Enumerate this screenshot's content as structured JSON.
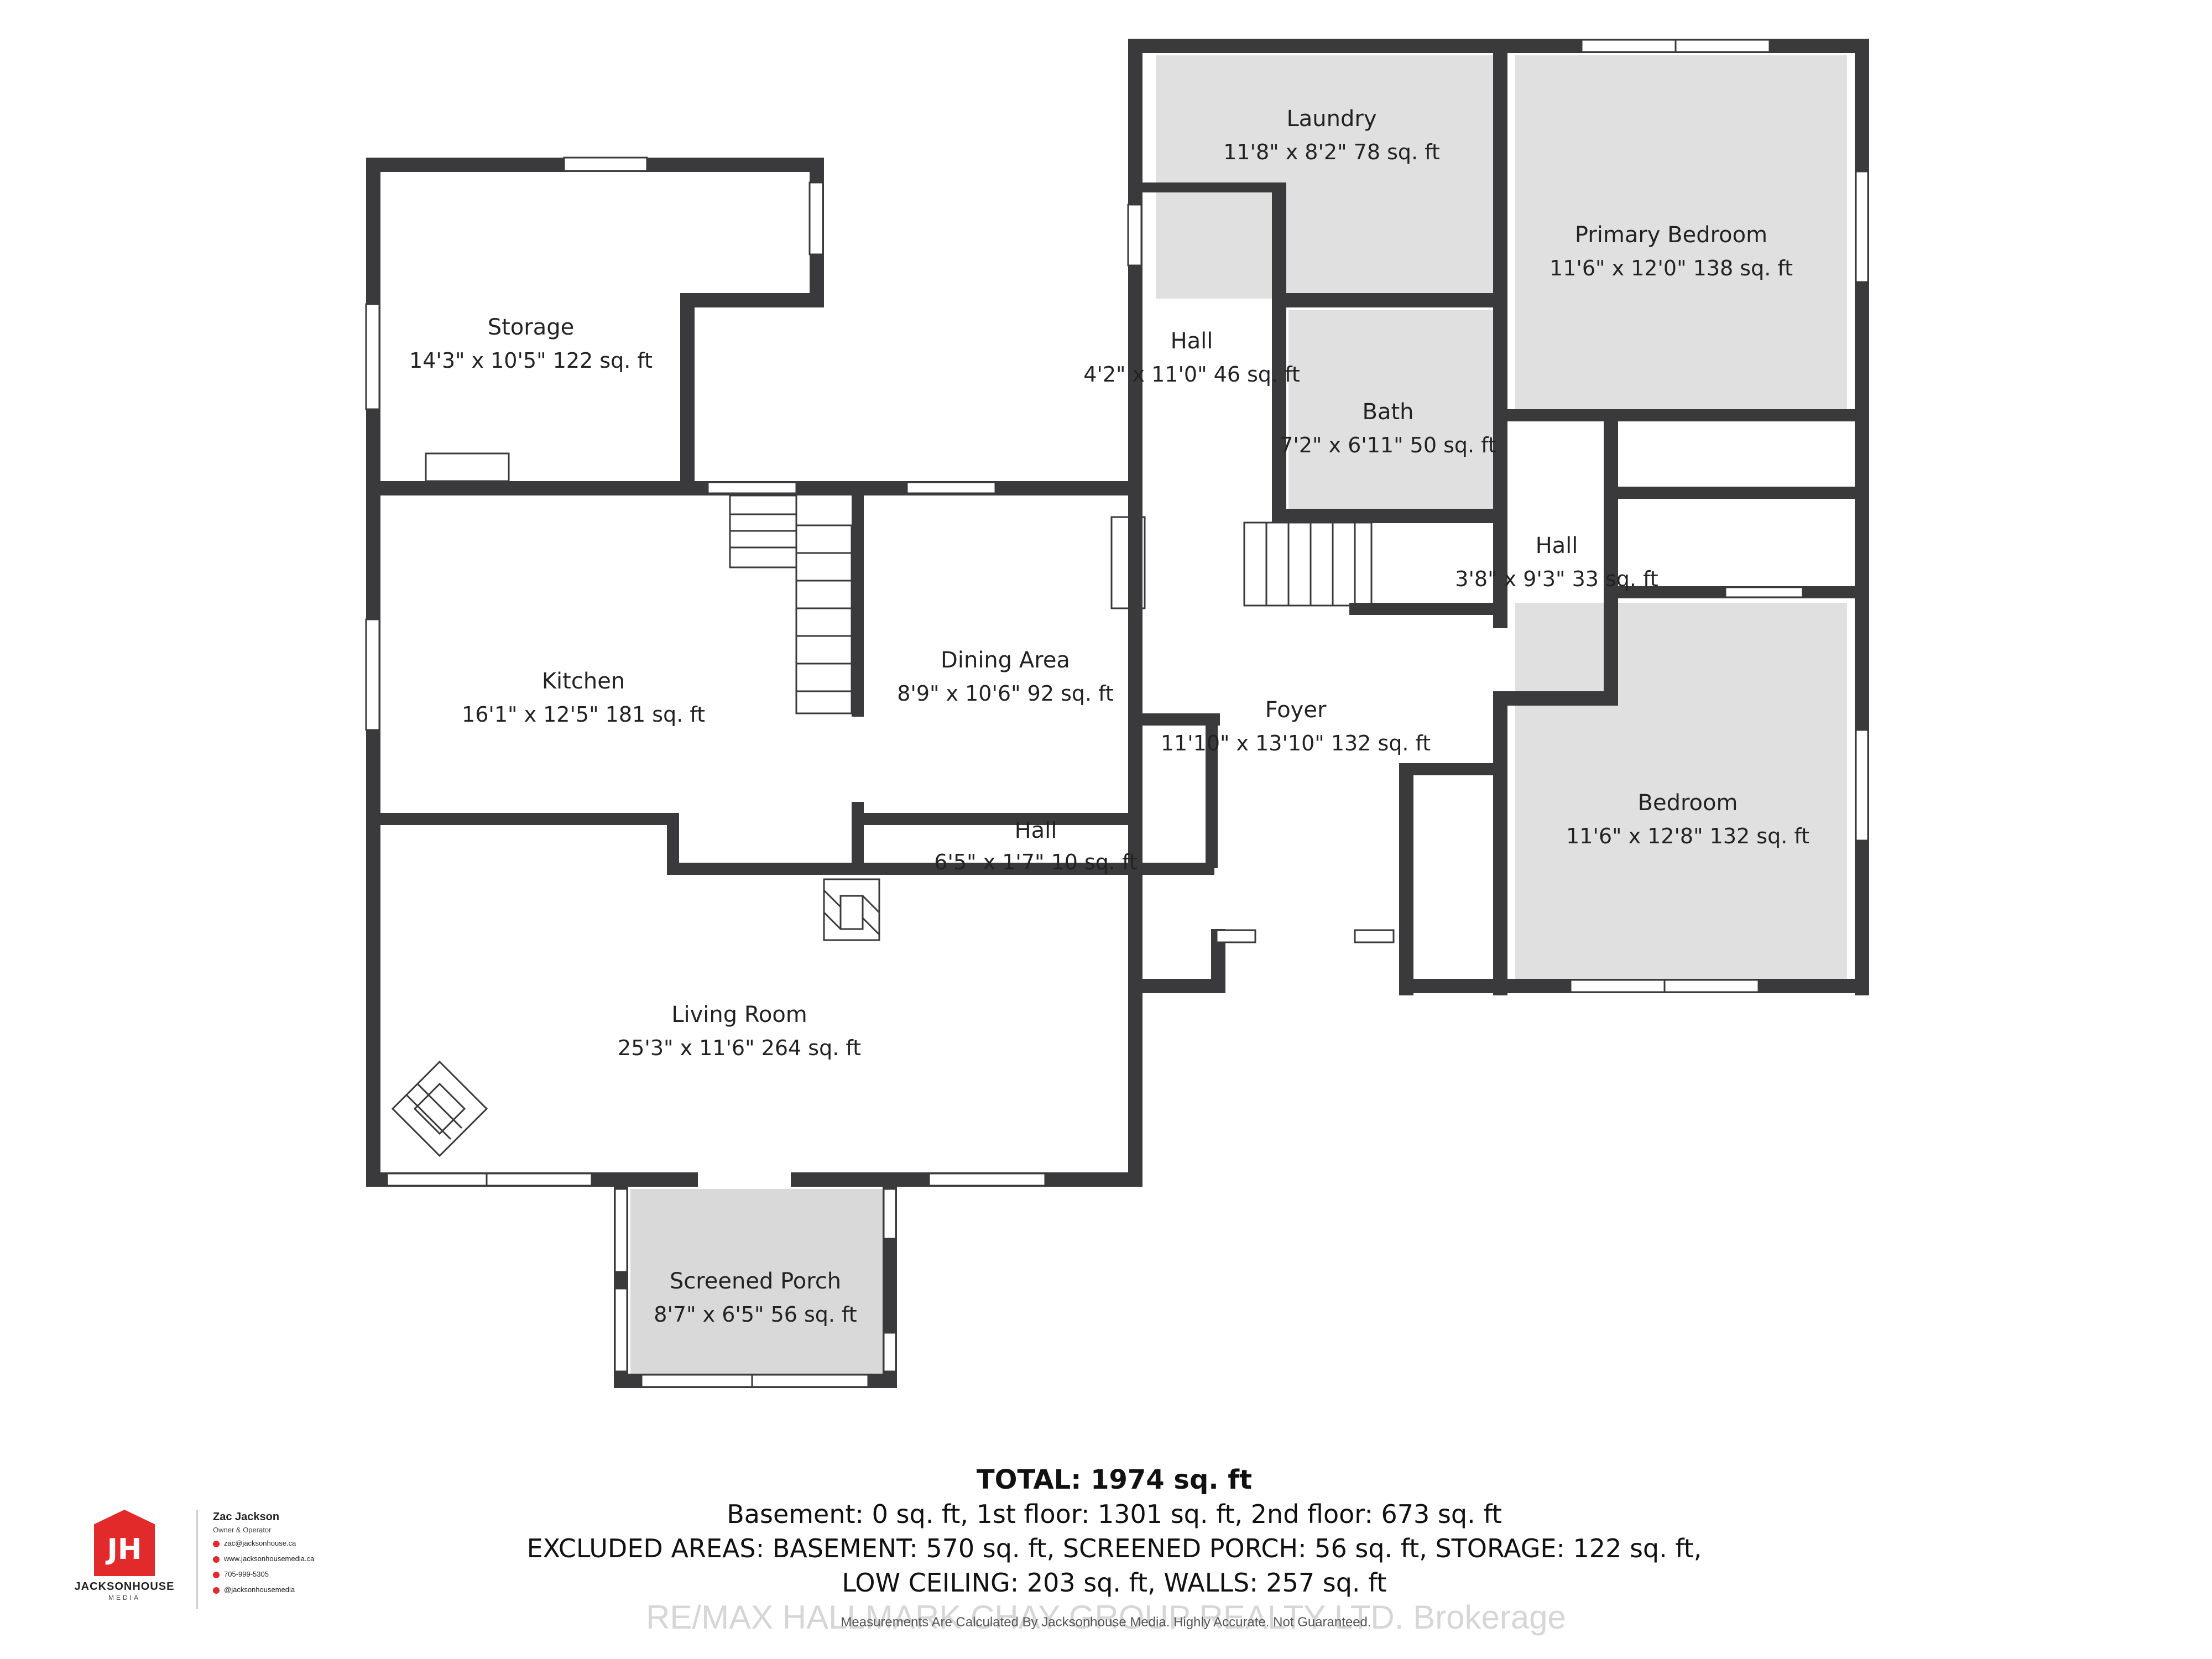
{
  "rooms": {
    "laundry": {
      "name": "Laundry",
      "dims": "11'8\" x 8'2\" 78 sq. ft"
    },
    "primary_bedroom": {
      "name": "Primary Bedroom",
      "dims": "11'6\" x 12'0\" 138 sq. ft"
    },
    "storage": {
      "name": "Storage",
      "dims": "14'3\" x 10'5\" 122 sq. ft"
    },
    "hall_upper": {
      "name": "Hall",
      "dims": "4'2\" x 11'0\" 46 sq. ft"
    },
    "bath": {
      "name": "Bath",
      "dims": "7'2\" x 6'11\" 50 sq. ft"
    },
    "hall_right": {
      "name": "Hall",
      "dims": "3'8\" x 9'3\" 33 sq. ft"
    },
    "kitchen": {
      "name": "Kitchen",
      "dims": "16'1\" x 12'5\" 181 sq. ft"
    },
    "dining_area": {
      "name": "Dining Area",
      "dims": "8'9\" x 10'6\" 92 sq. ft"
    },
    "foyer": {
      "name": "Foyer",
      "dims": "11'10\" x 13'10\" 132 sq. ft"
    },
    "bedroom": {
      "name": "Bedroom",
      "dims": "11'6\" x 12'8\" 132 sq. ft"
    },
    "hall_small": {
      "name": "Hall",
      "dims": "6'5\" x 1'7\" 10 sq. ft"
    },
    "living_room": {
      "name": "Living Room",
      "dims": "25'3\" x 11'6\" 264 sq. ft"
    },
    "screened_porch": {
      "name": "Screened Porch",
      "dims": "8'7\" x 6'5\" 56 sq. ft"
    }
  },
  "summary": {
    "total": "TOTAL: 1974 sq. ft",
    "line1": "Basement: 0 sq. ft, 1st floor: 1301 sq. ft, 2nd floor: 673 sq. ft",
    "line2": "EXCLUDED AREAS: BASEMENT: 570 sq. ft, SCREENED PORCH: 56 sq. ft, STORAGE: 122 sq. ft,",
    "line3": "LOW CEILING: 203 sq. ft, WALLS: 257 sq. ft"
  },
  "brand": {
    "logo_initials": "JH",
    "logo_name": "JACKSONHOUSE",
    "logo_sub": "MEDIA",
    "contact_name": "Zac Jackson",
    "contact_role": "Owner & Operator",
    "email": "zac@jacksonhouse.ca",
    "website": "www.jacksonhousemedia.ca",
    "phone": "705-999-5305",
    "instagram": "@jacksonhousemedia",
    "accent_color": "#e32a2a"
  },
  "disclaimer": "Measurements Are Calculated By Jacksonhouse Media. Highly Accurate. Not Guaranteed.",
  "watermark": "RE/MAX HALLMARK CHAY GROUP REALTY LTD. Brokerage"
}
